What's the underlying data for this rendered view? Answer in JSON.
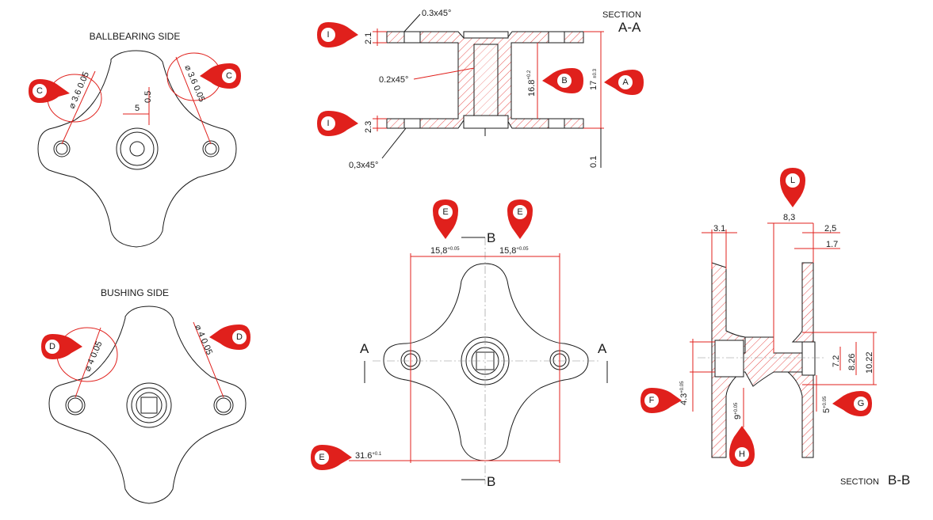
{
  "views": {
    "ballbearing_title": "BALLBEARING SIDE",
    "bushing_title": "BUSHING SIDE",
    "section_aa_prefix": "SECTION",
    "section_aa_id": "A-A",
    "section_bb_prefix": "SECTION",
    "section_bb_id": "B-B"
  },
  "cut_markers": {
    "a": "A",
    "b": "B"
  },
  "dimensions": {
    "bb_hole_left": "⌀ 3.6",
    "bb_hole_left_tol": "0.05",
    "bb_hole_right": "⌀ 3.6",
    "bb_hole_right_tol": "0.05",
    "bb_offset_x": "5",
    "bb_offset_y": "0.5",
    "bs_hole_left": "⌀ 4",
    "bs_hole_left_tol": "0.05",
    "bs_hole_right": "⌀ 4",
    "bs_hole_right_tol": "0.05",
    "aa_chamfer_top": "0.3x45°",
    "aa_chamfer_mid": "0.2x45°",
    "aa_chamfer_bot": "0,3x45°",
    "aa_flange_top": "2.1",
    "aa_flange_bot": "2.3",
    "aa_inner_height": "16.8",
    "aa_inner_height_tol_up": "+0.2",
    "aa_inner_height_tol_lo": "0",
    "aa_total_height": "17",
    "aa_total_height_tol": "±0.3",
    "aa_gap": "0.1",
    "front_left": "15,8",
    "front_left_tol_up": "+0.05",
    "front_left_tol_lo": "0",
    "front_right": "15,8",
    "front_right_tol_up": "+0.05",
    "front_right_tol_lo": "0",
    "front_total": "31.6",
    "front_total_tol_up": "+0.1",
    "front_total_tol_lo": "0",
    "bb_3_1": "3.1",
    "bb_8_3": "8,3",
    "bb_2_5": "2,5",
    "bb_1_7": "1.7",
    "bb_7_2": "7.2",
    "bb_8_26": "8.26",
    "bb_10_22": "10.22",
    "bb_bore_left": "4.3",
    "bb_bore_left_tol": "+0.05",
    "bb_bore_mid": "9",
    "bb_bore_mid_tol": "+0.05",
    "bb_bore_right": "5",
    "bb_bore_right_tol": "+0.05"
  },
  "markers": [
    {
      "id": "C",
      "icon": "map-pin-icon"
    },
    {
      "id": "C",
      "icon": "map-pin-icon"
    },
    {
      "id": "D",
      "icon": "map-pin-icon"
    },
    {
      "id": "D",
      "icon": "map-pin-icon"
    },
    {
      "id": "I",
      "icon": "map-pin-icon"
    },
    {
      "id": "I",
      "icon": "map-pin-icon"
    },
    {
      "id": "B",
      "icon": "map-pin-icon"
    },
    {
      "id": "A",
      "icon": "map-pin-icon"
    },
    {
      "id": "E",
      "icon": "map-pin-icon"
    },
    {
      "id": "E",
      "icon": "map-pin-icon"
    },
    {
      "id": "E",
      "icon": "map-pin-icon"
    },
    {
      "id": "L",
      "icon": "map-pin-icon"
    },
    {
      "id": "F",
      "icon": "map-pin-icon"
    },
    {
      "id": "G",
      "icon": "map-pin-icon"
    },
    {
      "id": "H",
      "icon": "map-pin-icon"
    }
  ],
  "colors": {
    "marker": "#e0201c",
    "dimension_line": "#e0201c",
    "outline": "#1a1a1a"
  }
}
